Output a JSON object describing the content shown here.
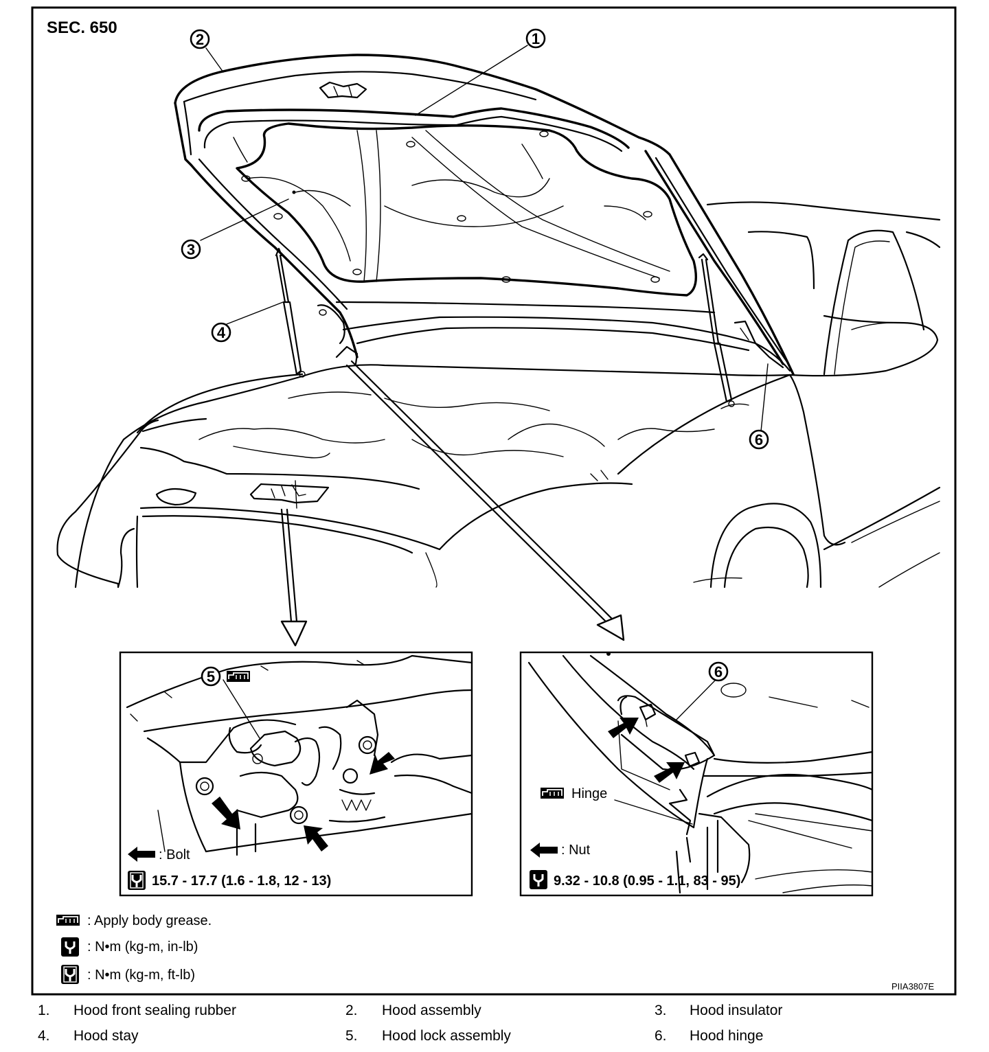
{
  "section_label": "SEC. 650",
  "figure_code": "PIIA3807E",
  "callouts": [
    "1",
    "2",
    "3",
    "4",
    "5",
    "6"
  ],
  "inset_lock": {
    "callout": "5",
    "arrow_label": ": Bolt",
    "torque": "15.7 - 17.7 (1.6 - 1.8, 12 - 13)"
  },
  "inset_hinge": {
    "callout": "6",
    "grease_label": "Hinge",
    "arrow_label": ": Nut",
    "torque": "9.32 - 10.8 (0.95 - 1.1, 83 - 95)"
  },
  "symbol_legend": {
    "grease": ": Apply body grease.",
    "torque_inlb": ":  N•m  (kg-m,  in-lb)",
    "torque_ftlb": ":  N•m  (kg-m,  ft-lb)"
  },
  "parts": [
    {
      "num": "1.",
      "name": "Hood front sealing rubber"
    },
    {
      "num": "2.",
      "name": "Hood assembly"
    },
    {
      "num": "3.",
      "name": "Hood insulator"
    },
    {
      "num": "4.",
      "name": "Hood stay"
    },
    {
      "num": "5.",
      "name": "Hood lock assembly"
    },
    {
      "num": "6.",
      "name": "Hood hinge"
    }
  ],
  "icons": [
    "grease-icon",
    "torque-wrench-icon",
    "direction-arrow-icon"
  ]
}
